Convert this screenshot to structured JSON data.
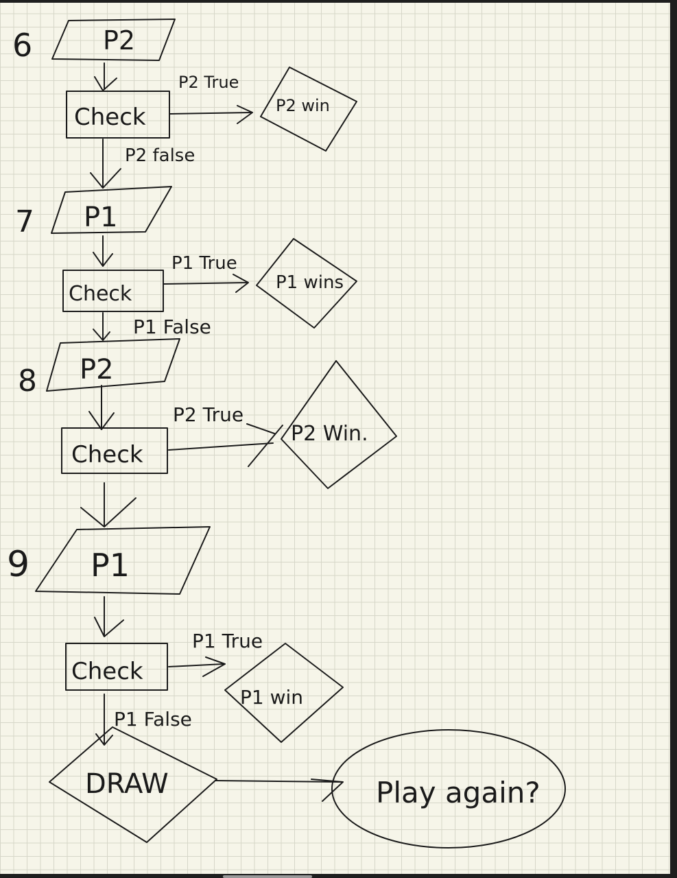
{
  "steps": [
    {
      "number": "6",
      "input": "P2",
      "check": "Check",
      "true_label": "P2 True",
      "win_label": "P2 win",
      "false_label": "P2 false"
    },
    {
      "number": "7",
      "input": "P1",
      "check": "Check",
      "true_label": "P1 True",
      "win_label": "P1 wins",
      "false_label": "P1 False"
    },
    {
      "number": "8",
      "input": "P2",
      "check": "Check",
      "true_label": "P2 True",
      "win_label": "P2 Win."
    },
    {
      "number": "9",
      "input": "P1",
      "check": "Check",
      "true_label": "P1 True",
      "win_label": "P1 win",
      "false_label": "P1 False"
    }
  ],
  "draw_label": "DRAW",
  "play_again_label": "Play again?"
}
